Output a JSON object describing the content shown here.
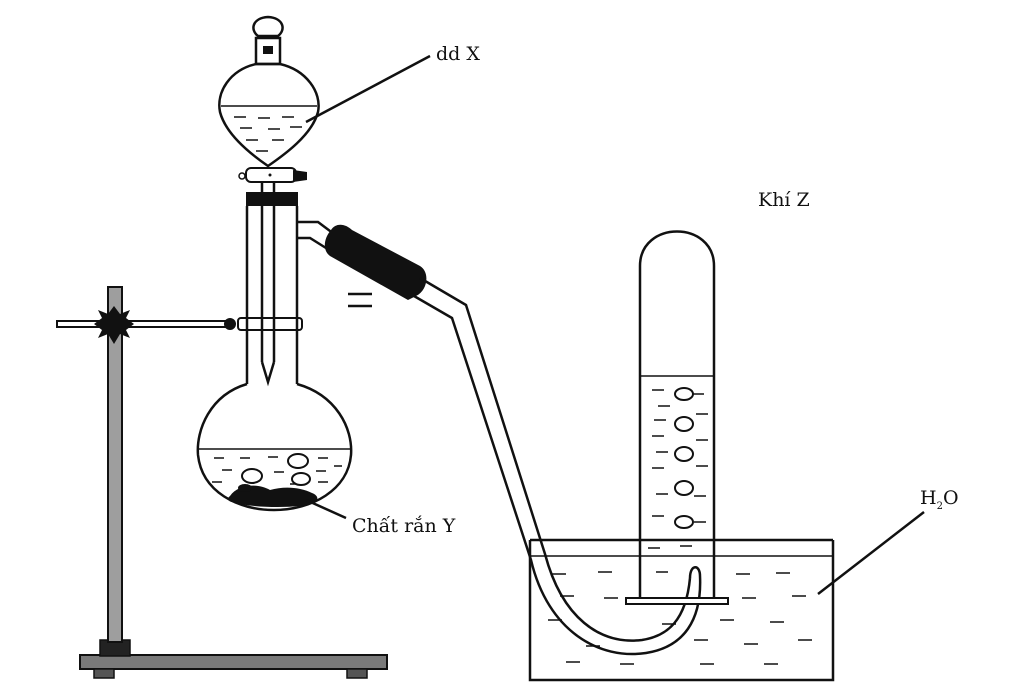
{
  "labels": {
    "solution_x": "dd X",
    "gas_z": "Khí Z",
    "solid_y": "Chất rắn Y",
    "water_main": "H",
    "water_sub": "2",
    "water_tail": "O"
  },
  "colors": {
    "ink": "#111111",
    "stand_rod": "#9e9e9e",
    "base": "#7a7a7a",
    "background": "#ffffff"
  }
}
